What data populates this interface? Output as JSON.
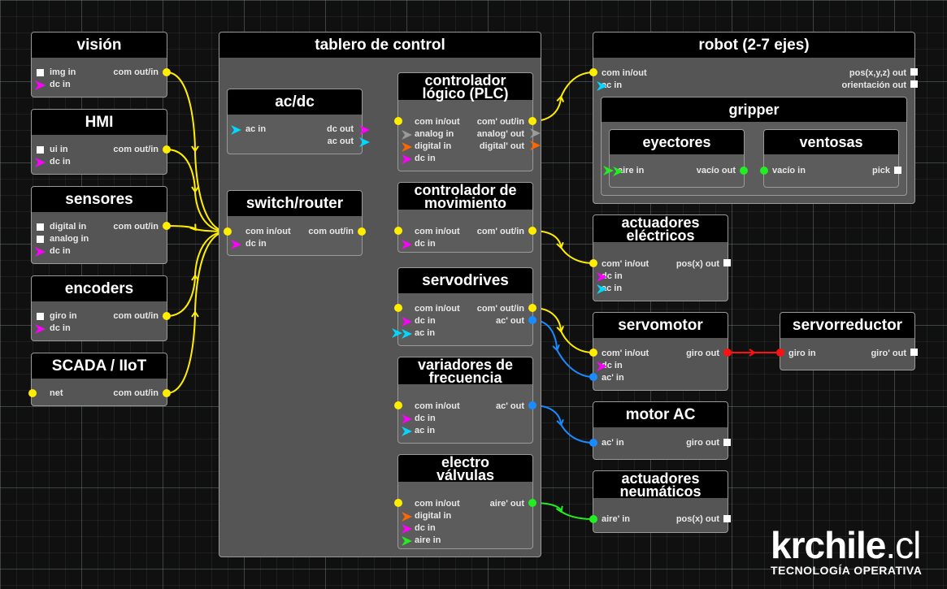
{
  "nodes": {
    "vision": {
      "title": "visión",
      "ports": {
        "img_in": "img in",
        "dc_in": "dc in",
        "com_out_in": "com out/in"
      }
    },
    "hmi": {
      "title": "HMI",
      "ports": {
        "ui_in": "ui in",
        "dc_in": "dc in",
        "com_out_in": "com out/in"
      }
    },
    "sensores": {
      "title": "sensores",
      "ports": {
        "digital_in": "digital in",
        "analog_in": "analog in",
        "dc_in": "dc in",
        "com_out_in": "com out/in"
      }
    },
    "encoders": {
      "title": "encoders",
      "ports": {
        "giro_in": "giro in",
        "dc_in": "dc in",
        "com_out_in": "com out/in"
      }
    },
    "scada": {
      "title": "SCADA / IIoT",
      "ports": {
        "net": "net",
        "com_out_in": "com out/in"
      }
    },
    "tablero": {
      "title": "tablero de control"
    },
    "acdc": {
      "title": "ac/dc",
      "ports": {
        "ac_in": "ac in",
        "dc_out": "dc out",
        "ac_out": "ac out"
      }
    },
    "switch": {
      "title": "switch/router",
      "ports": {
        "com_in_out": "com in/out",
        "dc_in": "dc in",
        "com_out_in": "com out/in"
      }
    },
    "plc": {
      "title": "controlador\nlógico (PLC)",
      "ports": {
        "com_in_out": "com in/out",
        "analog_in": "analog in",
        "digital_in": "digital in",
        "dc_in": "dc in",
        "com_out_in": "com' out/in",
        "analog_out": "analog' out",
        "digital_out": "digital' out"
      }
    },
    "motion": {
      "title": "controlador de\nmovimiento",
      "ports": {
        "com_in_out": "com in/out",
        "dc_in": "dc in",
        "com_out_in": "com' out/in"
      }
    },
    "servodrives": {
      "title": "servodrives",
      "ports": {
        "com_in_out": "com in/out",
        "dc_in": "dc in",
        "ac_in": "ac in",
        "com_out_in": "com' out/in",
        "ac_out": "ac' out"
      }
    },
    "vfd": {
      "title": "variadores de\nfrecuencia",
      "ports": {
        "com_in_out": "com in/out",
        "dc_in": "dc in",
        "ac_in": "ac in",
        "ac_out": "ac' out"
      }
    },
    "valvulas": {
      "title": "electro\nválvulas",
      "ports": {
        "com_in_out": "com in/out",
        "digital_in": "digital in",
        "dc_in": "dc in",
        "aire_in": "aire in",
        "aire_out": "aire' out"
      }
    },
    "robot": {
      "title": "robot (2-7 ejes)",
      "ports": {
        "com_in_out": "com in/out",
        "ac_in": "ac in",
        "pos_out": "pos(x,y,z) out",
        "orient_out": "orientación out"
      }
    },
    "gripper": {
      "title": "gripper"
    },
    "eyectores": {
      "title": "eyectores",
      "ports": {
        "aire_in": "aire in",
        "vacio_out": "vacío out"
      }
    },
    "ventosas": {
      "title": "ventosas",
      "ports": {
        "vacio_in": "vacío in",
        "pick": "pick"
      }
    },
    "act_elec": {
      "title": "actuadores\neléctricos",
      "ports": {
        "com_in_out": "com' in/out",
        "dc_in": "dc in",
        "ac_in": "ac in",
        "pos_out": "pos(x) out"
      }
    },
    "servomotor": {
      "title": "servomotor",
      "ports": {
        "com_in_out": "com' in/out",
        "dc_in": "dc in",
        "ac_in": "ac' in",
        "giro_out": "giro out"
      }
    },
    "servorreductor": {
      "title": "servorreductor",
      "ports": {
        "giro_in": "giro in",
        "giro_out": "giro' out"
      }
    },
    "motor_ac": {
      "title": "motor AC",
      "ports": {
        "ac_in": "ac' in",
        "giro_out": "giro out"
      }
    },
    "act_neum": {
      "title": "actuadores\nneumáticos",
      "ports": {
        "aire_in": "aire' in",
        "pos_out": "pos(x) out"
      }
    }
  },
  "colors": {
    "com": "#ffee00",
    "dc": "#ff00ff",
    "ac": "#00d8ff",
    "analog": "#9a9a9a",
    "digital": "#ff6600",
    "ac_prime": "#1a8cff",
    "aire": "#22ee22",
    "giro": "#ff1111",
    "out": "#ffffff"
  },
  "logo": {
    "brand": "krchile",
    "tld": ".cl",
    "tagline": "TECNOLOGÍA OPERATIVA"
  }
}
